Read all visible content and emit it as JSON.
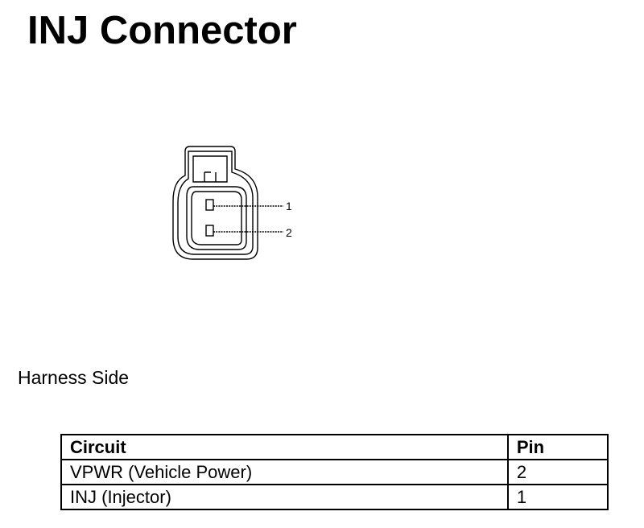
{
  "title": "INJ Connector",
  "connector": {
    "pin_labels": [
      "1",
      "2"
    ]
  },
  "view_label": "Harness Side",
  "table": {
    "headers": [
      "Circuit",
      "Pin"
    ],
    "rows": [
      {
        "circuit": "VPWR (Vehicle Power)",
        "pin": "2"
      },
      {
        "circuit": "INJ (Injector)",
        "pin": "1"
      }
    ]
  }
}
